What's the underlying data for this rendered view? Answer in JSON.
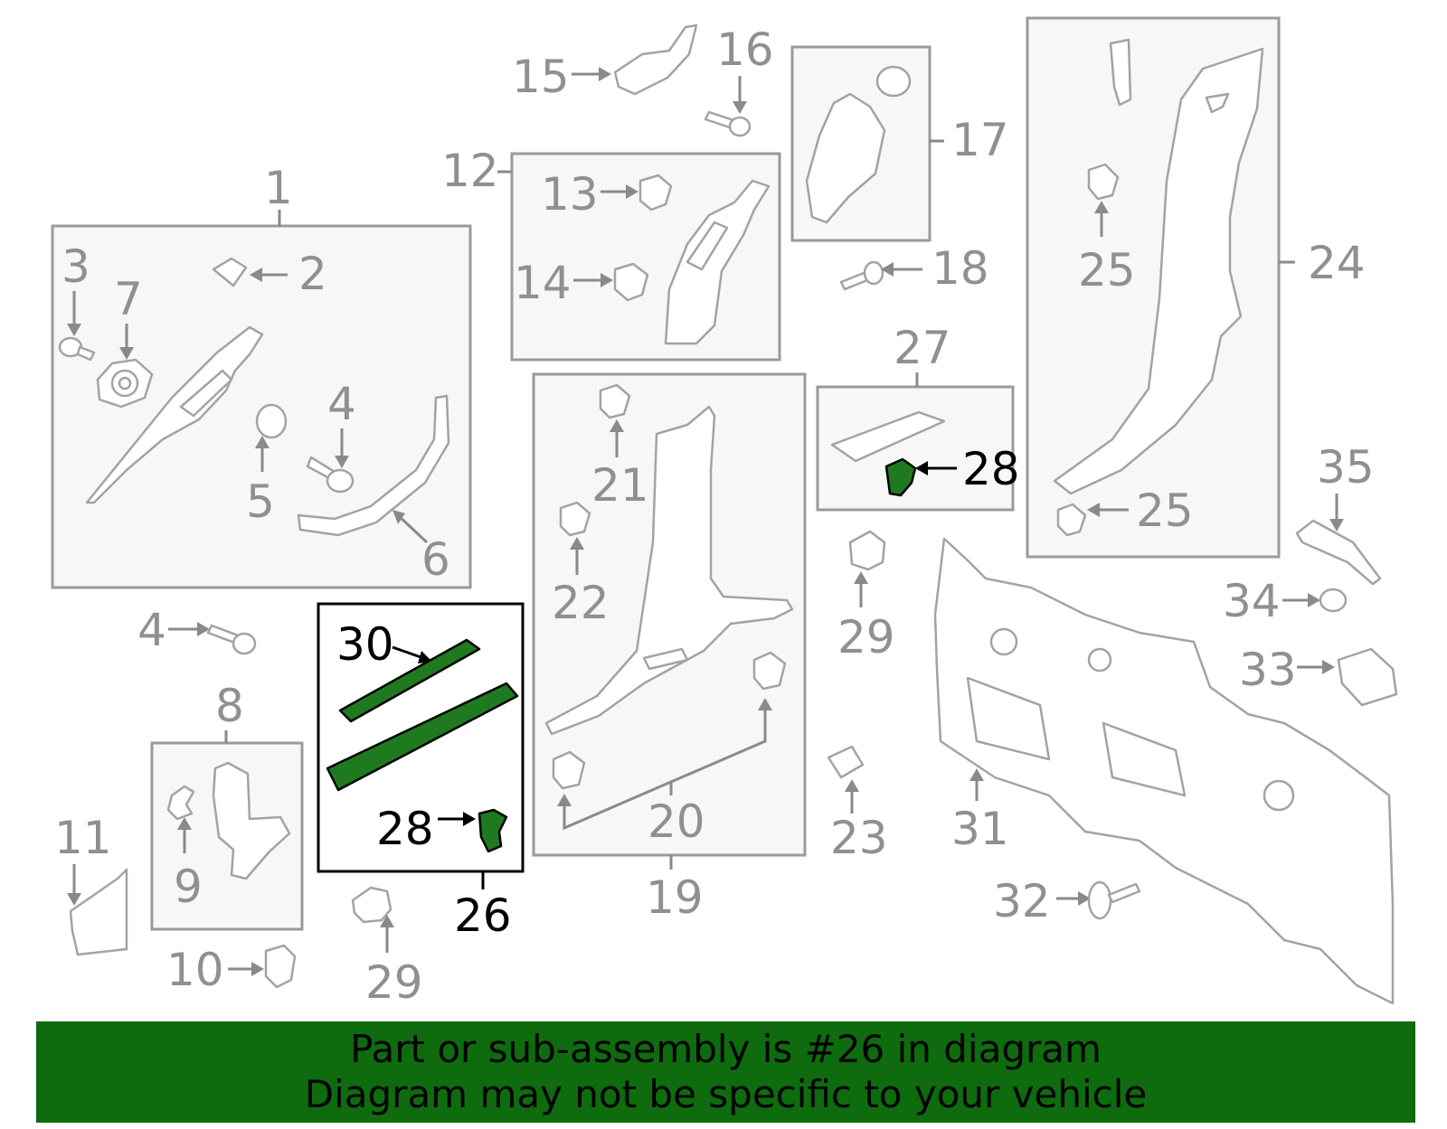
{
  "callouts": {
    "c1": "1",
    "c2": "2",
    "c3": "3",
    "c4a": "4",
    "c4b": "4",
    "c5": "5",
    "c6": "6",
    "c7": "7",
    "c8": "8",
    "c9": "9",
    "c10": "10",
    "c11": "11",
    "c12": "12",
    "c13": "13",
    "c14": "14",
    "c15": "15",
    "c16": "16",
    "c17": "17",
    "c18": "18",
    "c19": "19",
    "c20": "20",
    "c21": "21",
    "c22": "22",
    "c23": "23",
    "c24": "24",
    "c25a": "25",
    "c25b": "25",
    "c26": "26",
    "c27": "27",
    "c28a": "28",
    "c28b": "28",
    "c29a": "29",
    "c29b": "29",
    "c30": "30",
    "c31": "31",
    "c32": "32",
    "c33": "33",
    "c34": "34",
    "c35": "35"
  },
  "banner": {
    "line1": "Part or sub-assembly is #26 in diagram",
    "line2": "Diagram may not be specific to your vehicle"
  },
  "colors": {
    "highlight": "#1f7a1f",
    "banner": "#0e6b0e",
    "outline": "#a3a3a3"
  }
}
